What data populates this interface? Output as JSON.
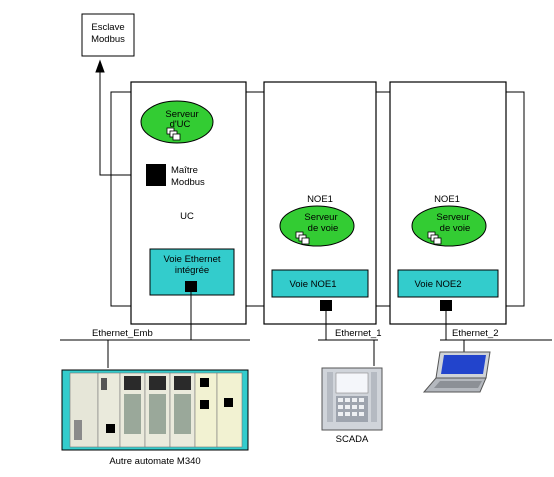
{
  "slave_box": {
    "line1": "Esclave",
    "line2": "Modbus"
  },
  "cpu_module": {
    "server_line1": "Serveur",
    "server_line2": "d'UC",
    "master_line1": "Maître",
    "master_line2": "Modbus",
    "title": "UC",
    "port_line1": "Voie Ethernet",
    "port_line2": "intégrée"
  },
  "noe1_module": {
    "title": "NOE1",
    "server_line1": "Serveur",
    "server_line2": "de voie",
    "port_label": "Voie NOE1"
  },
  "noe2_module": {
    "title": "NOE1",
    "server_line1": "Serveur",
    "server_line2": "de voie",
    "port_label": "Voie NOE2"
  },
  "networks": {
    "emb": "Ethernet_Emb",
    "eth1": "Ethernet_1",
    "eth2": "Ethernet_2"
  },
  "devices": {
    "plc_label": "Autre automate M340",
    "scada_label": "SCADA"
  },
  "colors": {
    "server_fill": "#33cc33",
    "port_fill": "#33cccc",
    "rack_fill": "#33cccc",
    "laptop_screen": "#2244cc"
  }
}
